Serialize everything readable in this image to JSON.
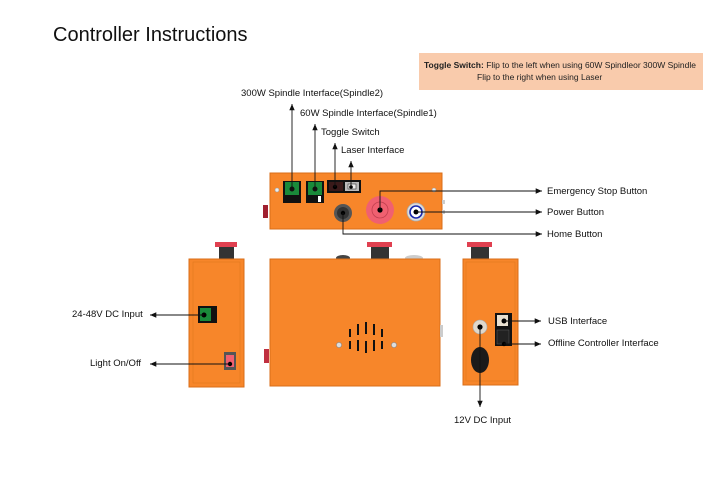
{
  "page": {
    "title": "Controller Instructions"
  },
  "note": {
    "label": "Toggle Switch:",
    "line1": "Flip to the left when using 60W Spindleor 300W Spindle",
    "line2": "Flip to the right when using Laser"
  },
  "top_view_labels": {
    "spindle2": "300W Spindle Interface(Spindle2)",
    "spindle1": "60W Spindle Interface(Spindle1)",
    "toggle": "Toggle Switch",
    "laser": "Laser Interface",
    "estop": "Emergency Stop Button",
    "power": "Power Button",
    "home": "Home Button"
  },
  "left_view_labels": {
    "dc_input": "24-48V DC Input",
    "light": "Light On/Off"
  },
  "right_view_labels": {
    "usb": "USB Interface",
    "offline": "Offline Controller Interface",
    "dc12": "12V DC Input"
  },
  "colors": {
    "body": "#f7862a",
    "body_edge": "#d86e18",
    "note_bg": "#f9cbac",
    "estop_red": "#f06070",
    "connector_green": "#1a8a3a",
    "power_ring_blue": "#1a2ab0"
  }
}
